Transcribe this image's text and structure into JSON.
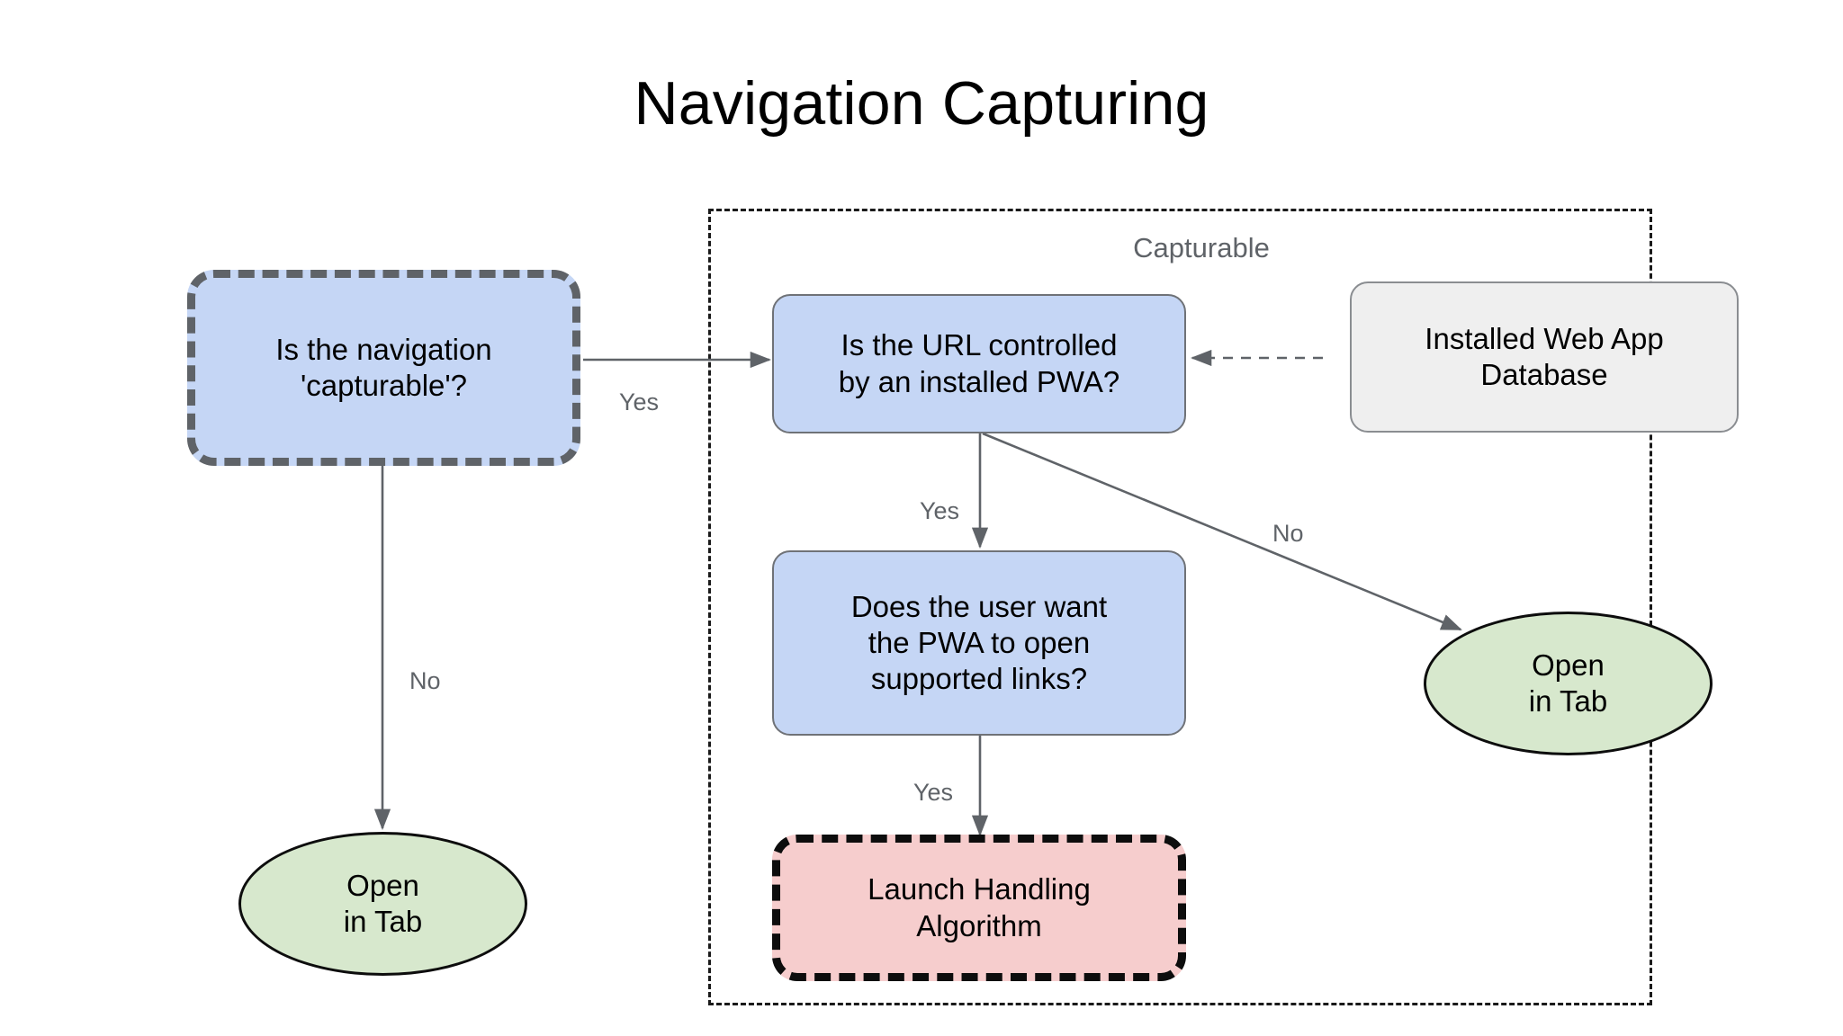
{
  "page": {
    "title": "Navigation Capturing",
    "background_color": "#ffffff"
  },
  "group": {
    "label": "Capturable",
    "border_style": "dashed",
    "border_color": "#1a1a1a"
  },
  "palette": {
    "decision_fill": "#c5d6f5",
    "decision_border": "#6f7277",
    "entry_border": "#5f6368",
    "data_fill": "#efefef",
    "data_border": "#8a8d91",
    "terminal_fill": "#d7e8cd",
    "terminal_border": "#0d0d0d",
    "algorithm_fill": "#f6cdcd",
    "algorithm_border": "#0d0d0d",
    "edge_color": "#5f6368",
    "label_color": "#5f6368",
    "text_color": "#000000"
  },
  "nodes": {
    "is_capturable": {
      "label": "Is the navigation\n'capturable'?",
      "line1": "Is the navigation",
      "line2": "'capturable'?",
      "shape": "rounded-rect-dashed",
      "fill": "#c5d6f5"
    },
    "url_controlled": {
      "line1": "Is the URL controlled",
      "line2": "by an installed PWA?",
      "shape": "rounded-rect",
      "fill": "#c5d6f5"
    },
    "app_database": {
      "line1": "Installed Web App",
      "line2": "Database",
      "shape": "rounded-rect",
      "fill": "#efefef"
    },
    "user_wants_pwa": {
      "line1": "Does the user want",
      "line2": "the PWA to open",
      "line3": "supported links?",
      "shape": "rounded-rect",
      "fill": "#c5d6f5"
    },
    "launch_handling": {
      "line1": "Launch Handling",
      "line2": "Algorithm",
      "shape": "rounded-rect-dashed",
      "fill": "#f6cdcd"
    },
    "open_in_tab_left": {
      "line1": "Open",
      "line2": "in Tab",
      "shape": "ellipse",
      "fill": "#d7e8cd"
    },
    "open_in_tab_right": {
      "line1": "Open",
      "line2": "in Tab",
      "shape": "ellipse",
      "fill": "#d7e8cd"
    }
  },
  "edges": [
    {
      "id": "capturable-yes",
      "from": "is_capturable",
      "to": "url_controlled",
      "label": "Yes",
      "style": "solid"
    },
    {
      "id": "capturable-no",
      "from": "is_capturable",
      "to": "open_in_tab_left",
      "label": "No",
      "style": "solid"
    },
    {
      "id": "url-yes",
      "from": "url_controlled",
      "to": "user_wants_pwa",
      "label": "Yes",
      "style": "solid"
    },
    {
      "id": "url-no",
      "from": "url_controlled",
      "to": "open_in_tab_right",
      "label": "No",
      "style": "solid"
    },
    {
      "id": "user-yes",
      "from": "user_wants_pwa",
      "to": "launch_handling",
      "label": "Yes",
      "style": "solid"
    },
    {
      "id": "db-lookup",
      "from": "app_database",
      "to": "url_controlled",
      "label": "",
      "style": "dashed"
    }
  ],
  "edge_labels": {
    "capturable_yes": "Yes",
    "capturable_no": "No",
    "url_yes": "Yes",
    "url_no": "No",
    "user_yes": "Yes"
  }
}
